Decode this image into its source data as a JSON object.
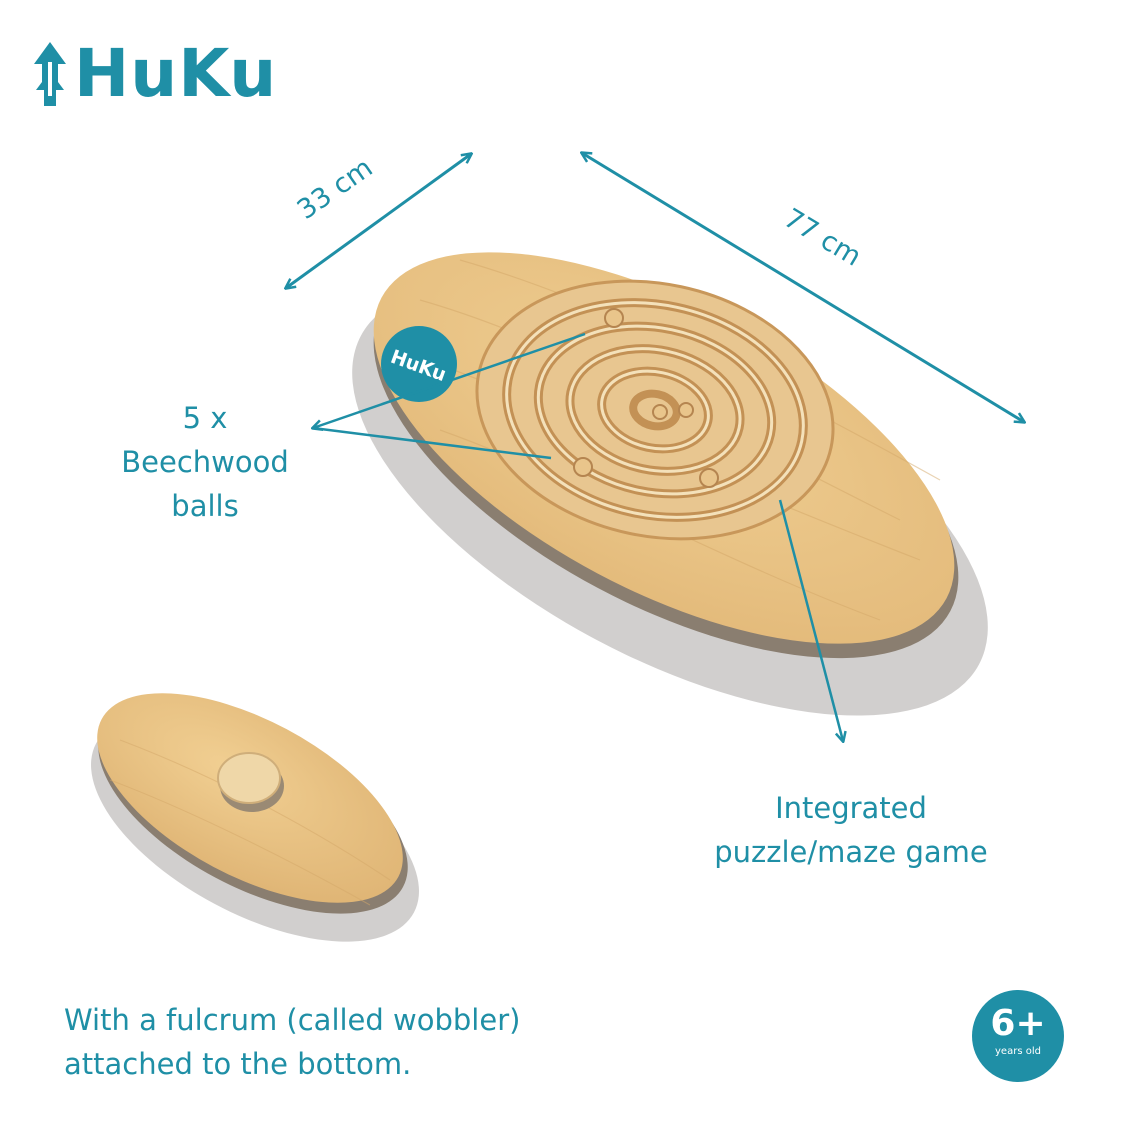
{
  "brand": {
    "logo_text": "HuKu",
    "sticker_text": "HuKu",
    "color": "#1f8fa6"
  },
  "dimensions": {
    "width_label": "33 cm",
    "length_label": "77 cm"
  },
  "features": {
    "balls_label_line1": "5 x",
    "balls_label_line2": "Beechwood",
    "balls_label_line3": "balls",
    "maze_label_line1": "Integrated",
    "maze_label_line2": "puzzle/maze game",
    "fulcrum_label_line1": "With a fulcrum (called wobbler)",
    "fulcrum_label_line2": "attached to the bottom."
  },
  "age_badge": {
    "value": "6+",
    "sub": "years old"
  },
  "icons": [
    "tree-arrow-icon",
    "dimension-arrow-icon",
    "pointer-arrow-icon"
  ]
}
